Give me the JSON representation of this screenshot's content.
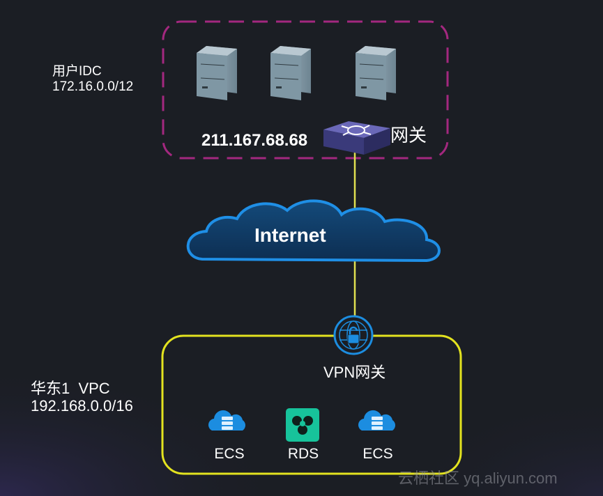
{
  "idc": {
    "name": "用户IDC",
    "cidr": "172.16.0.0/12",
    "gateway_ip": "211.167.68.68",
    "gateway_label": "网关",
    "border_color": "#a3287f"
  },
  "internet": {
    "label": "Internet",
    "cloud_color": "#1f8fe6"
  },
  "vpc": {
    "name": "华东1  VPC",
    "cidr": "192.168.0.0/16",
    "gateway_label": "VPN网关",
    "border_color": "#e3e31f",
    "services": [
      {
        "label": "ECS",
        "icon": "ecs-cloud-icon"
      },
      {
        "label": "RDS",
        "icon": "rds-database-icon"
      },
      {
        "label": "ECS",
        "icon": "ecs-cloud-icon"
      }
    ]
  },
  "link_color": "#e0e050",
  "watermark": "云栖社区 yq.aliyun.com"
}
